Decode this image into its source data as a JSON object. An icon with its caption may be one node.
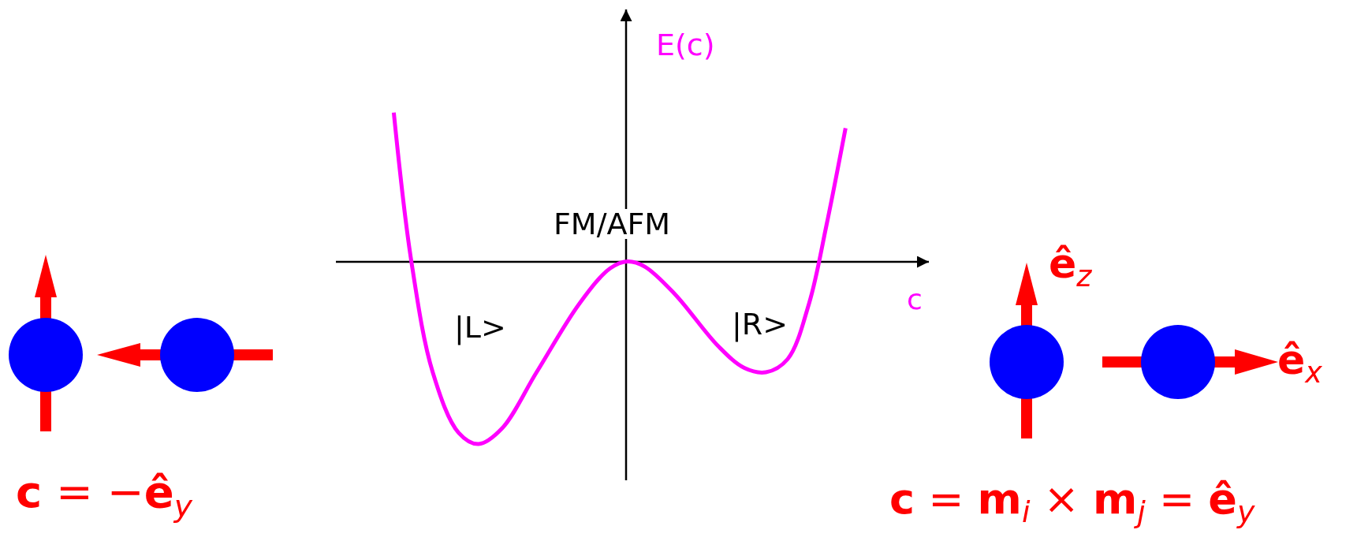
{
  "diagram": {
    "labels": [
      "E(c)",
      "FM/AFM",
      "c",
      "|L>",
      "|R>",
      "**ê**$_{z}$",
      "**ê**$_{x}$",
      "**c** = −**ê**$_{y}$",
      "**c** = **m**$_{i}$ × **m**$_{j}$ = **ê**$_{y}$"
    ]
  }
}
